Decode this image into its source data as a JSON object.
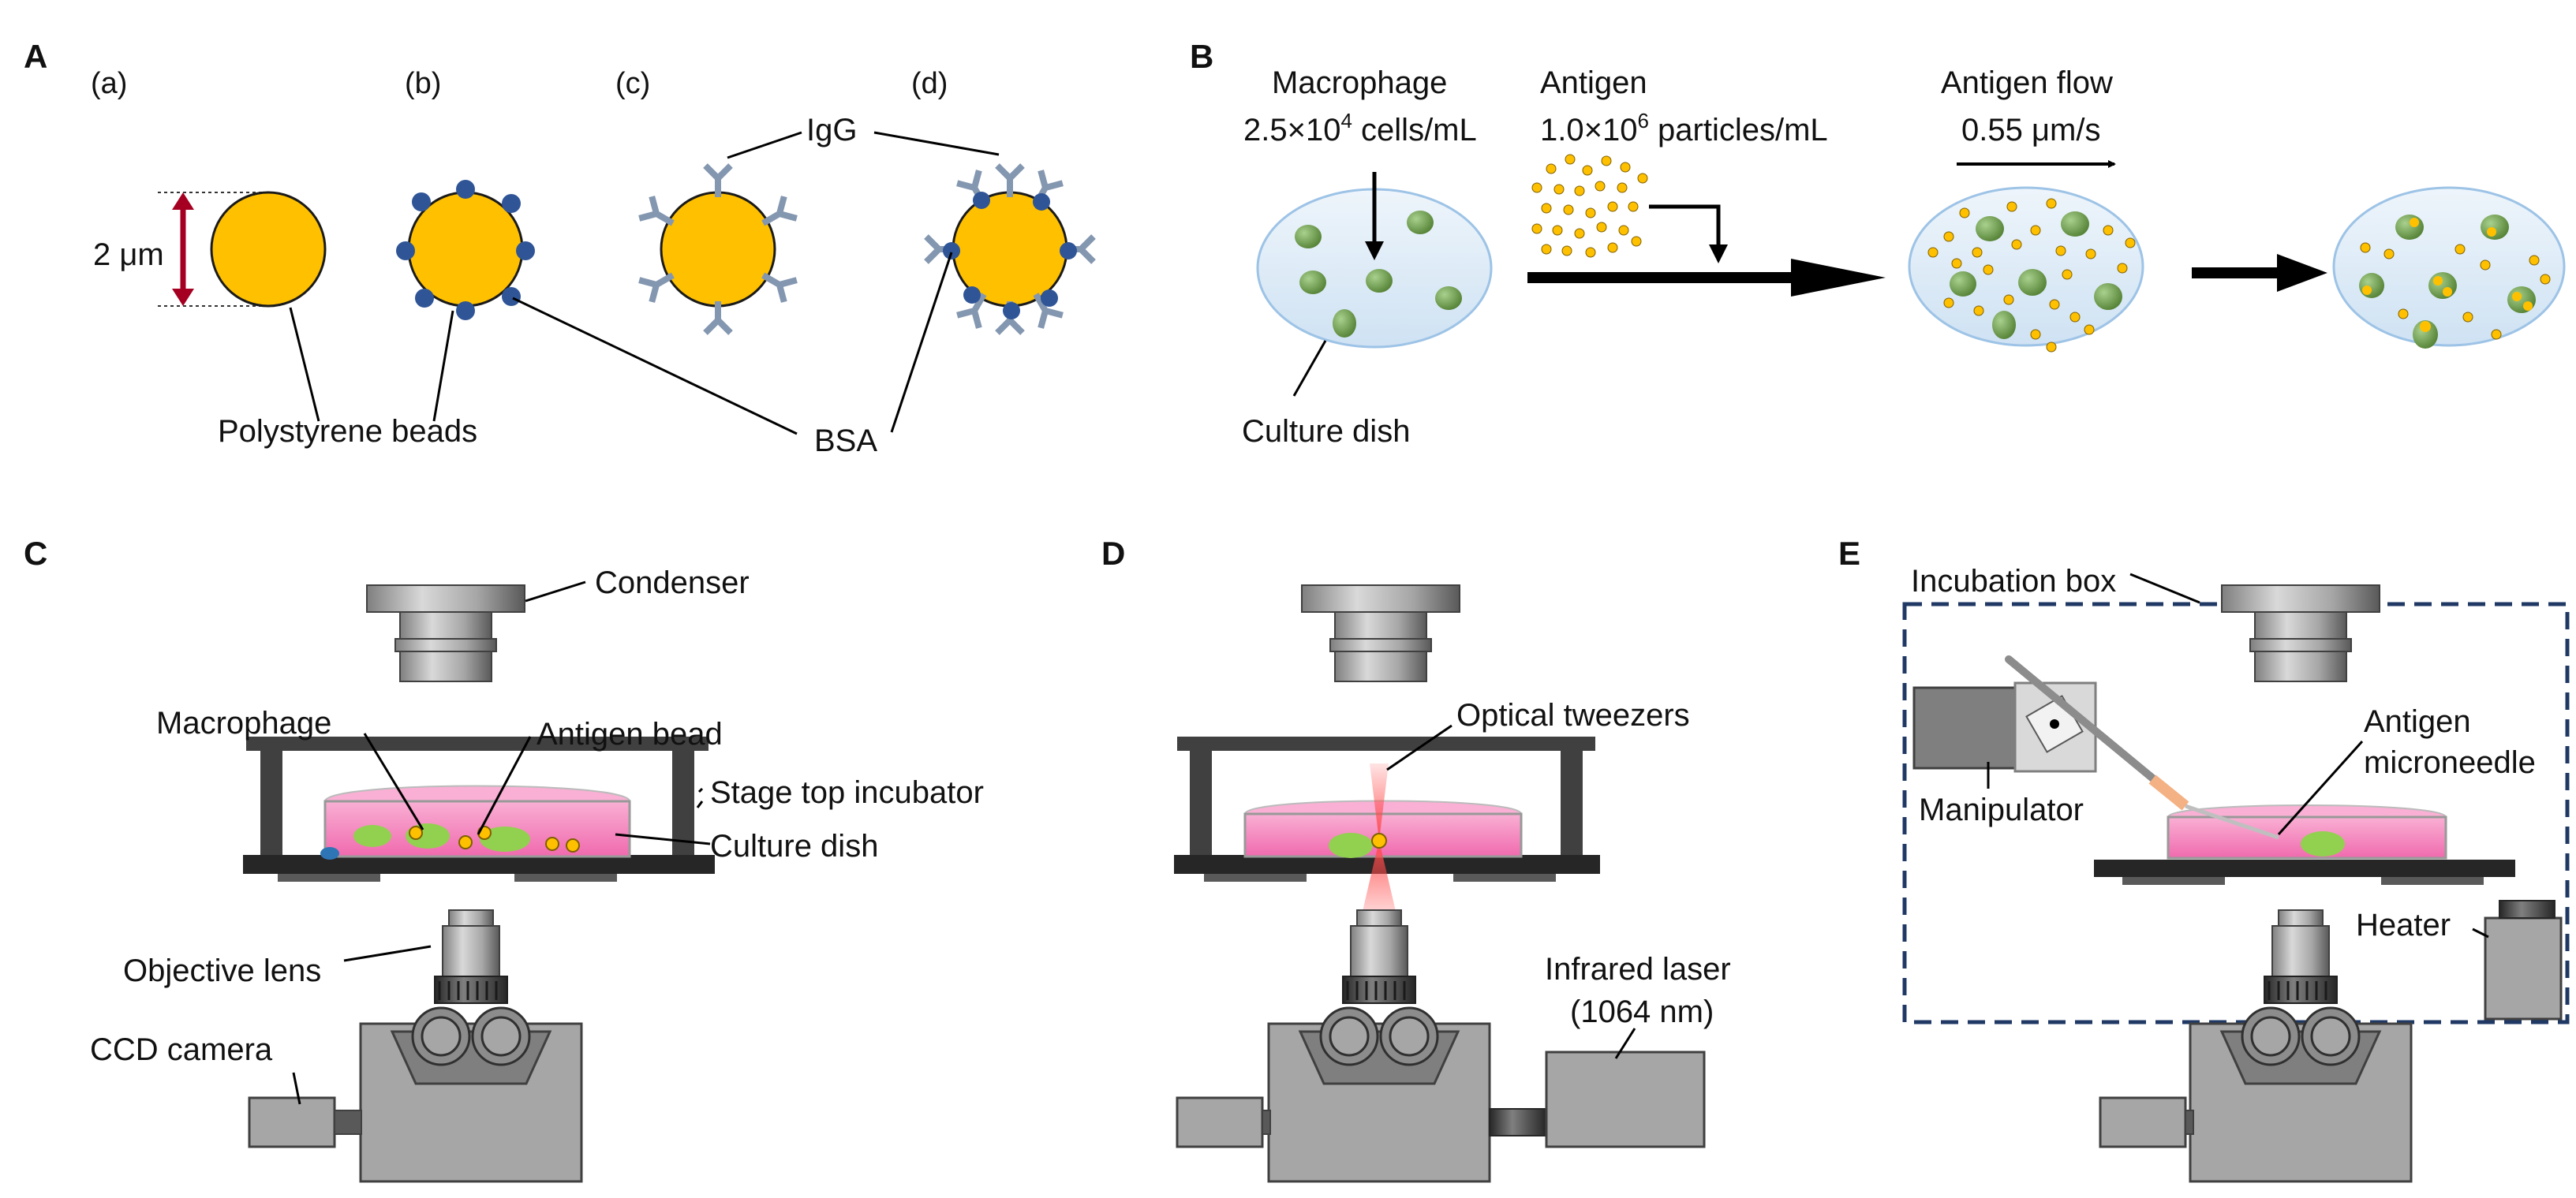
{
  "panels": {
    "A": {
      "letter": "A",
      "subpanels": [
        "(a)",
        "(b)",
        "(c)",
        "(d)"
      ],
      "size_label": "2 μm",
      "beads_label": "Polystyrene beads",
      "igg_label": "IgG",
      "bsa_label": "BSA"
    },
    "B": {
      "letter": "B",
      "macrophage_label": "Macrophage",
      "macrophage_conc": "2.5×10",
      "macrophage_conc_exp": "4",
      "macrophage_conc_unit": " cells/mL",
      "antigen_label": "Antigen",
      "antigen_conc": "1.0×10",
      "antigen_conc_exp": "6",
      "antigen_conc_unit": " particles/mL",
      "flow_label": "Antigen flow",
      "flow_rate": "0.55 μm/s",
      "dish_label": "Culture dish"
    },
    "C": {
      "letter": "C",
      "condenser": "Condenser",
      "macrophage": "Macrophage",
      "antigen_bead": "Antigen bead",
      "incubator": "Stage top incubator",
      "dish": "Culture dish",
      "objective": "Objective lens",
      "camera": "CCD camera"
    },
    "D": {
      "letter": "D",
      "tweezers": "Optical tweezers",
      "laser": "Infrared laser",
      "laser_wavelength": "(1064 nm)"
    },
    "E": {
      "letter": "E",
      "incubation_box": "Incubation box",
      "manipulator": "Manipulator",
      "microneedle_1": "Antigen",
      "microneedle_2": "microneedle",
      "heater": "Heater"
    }
  },
  "colors": {
    "bead": "#FFC000",
    "bsa": "#2F5597",
    "igg": "#8497B0",
    "cell": "#70AD47",
    "medium": "#F47CB8",
    "dish_fluid": "#DEEBF7",
    "scale_arrow": "#A50021",
    "incubation_box": "#1F3864",
    "laser": "#FF4B4B"
  }
}
